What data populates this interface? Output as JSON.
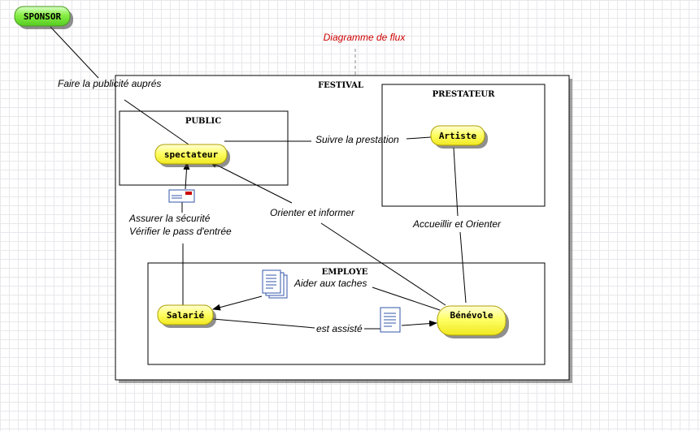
{
  "diagram": {
    "title": "Diagramme de flux",
    "title_color": "#cc0000",
    "containers": {
      "festival": "FESTIVAL",
      "public": "PUBLIC",
      "prestateur": "PRESTATEUR",
      "employe": "EMPLOYE"
    },
    "nodes": {
      "sponsor": "SPONSOR",
      "spectateur": "spectateur",
      "artiste": "Artiste",
      "salarie": "Salarié",
      "benevole": "Bénévole"
    },
    "node_colors": {
      "sponsor": "#66dd33",
      "actor": "#ffff33"
    },
    "flows": {
      "publicite": "Faire la publicité auprés",
      "prestation": "Suivre la prestation",
      "orienter_informer": "Orienter et informer",
      "securite_line1": "Assurer la sécurité",
      "securite_line2": "Vérifier le pass d'entrée",
      "accueillir": "Accueillir et Orienter",
      "aider": "Aider aux taches",
      "assiste": "est assisté"
    },
    "icons": [
      "envelope-icon",
      "document-stack-icon",
      "document-icon"
    ]
  }
}
